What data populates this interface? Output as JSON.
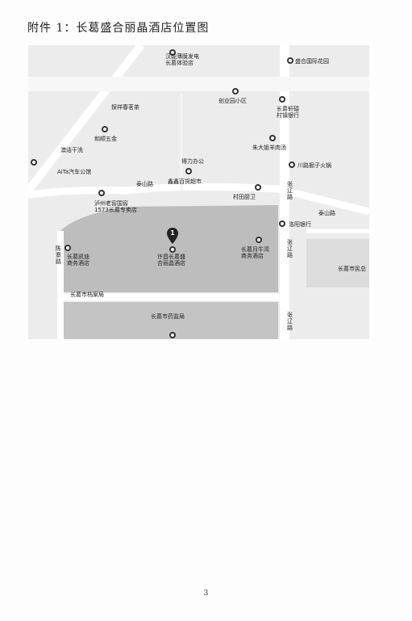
{
  "heading": "附件 1：长葛盛合丽晶酒店位置图",
  "page_number": "3",
  "map": {
    "labels": {
      "l1": "汉能薄膜发电\n长葛体验店",
      "l2": "盛合国际花园",
      "l3": "探祥春茗茶",
      "l4": "创业园小区",
      "l5": "长葛轩辕\n村镇银行",
      "l6": "和顺五金",
      "l7": "澳洁干洗",
      "l8": "朱大姐羊肉汤",
      "l9": "AiTa汽车公馆",
      "l10": "得力办公",
      "l11": "川路掘子火锅",
      "l12": "泰山路",
      "l13": "鑫鑫百货超市",
      "l14": "村田厨卫",
      "l15": "泸州老窖国窖\n1573长葛专卖店",
      "l16": "张\n辽\n路",
      "l17": "泰山路",
      "l18": "洛阳银行",
      "l19": "陈\n寨\n路",
      "l20": "长葛凯迪\n商务酒店",
      "l21": "许昌长葛盛\n合丽晶酒店",
      "l22": "长葛月牛湾\n商务酒店",
      "l23": "张\n辽\n路",
      "l24": "长葛市民总",
      "l25": "长葛市档案局",
      "l26": "长葛市药监局",
      "l27": "张\n辽\n路"
    },
    "marker_label": "1"
  },
  "colors": {
    "road": "#ffffff",
    "block_dark": "#b9b9b9",
    "block_light": "#e6e6e6"
  }
}
